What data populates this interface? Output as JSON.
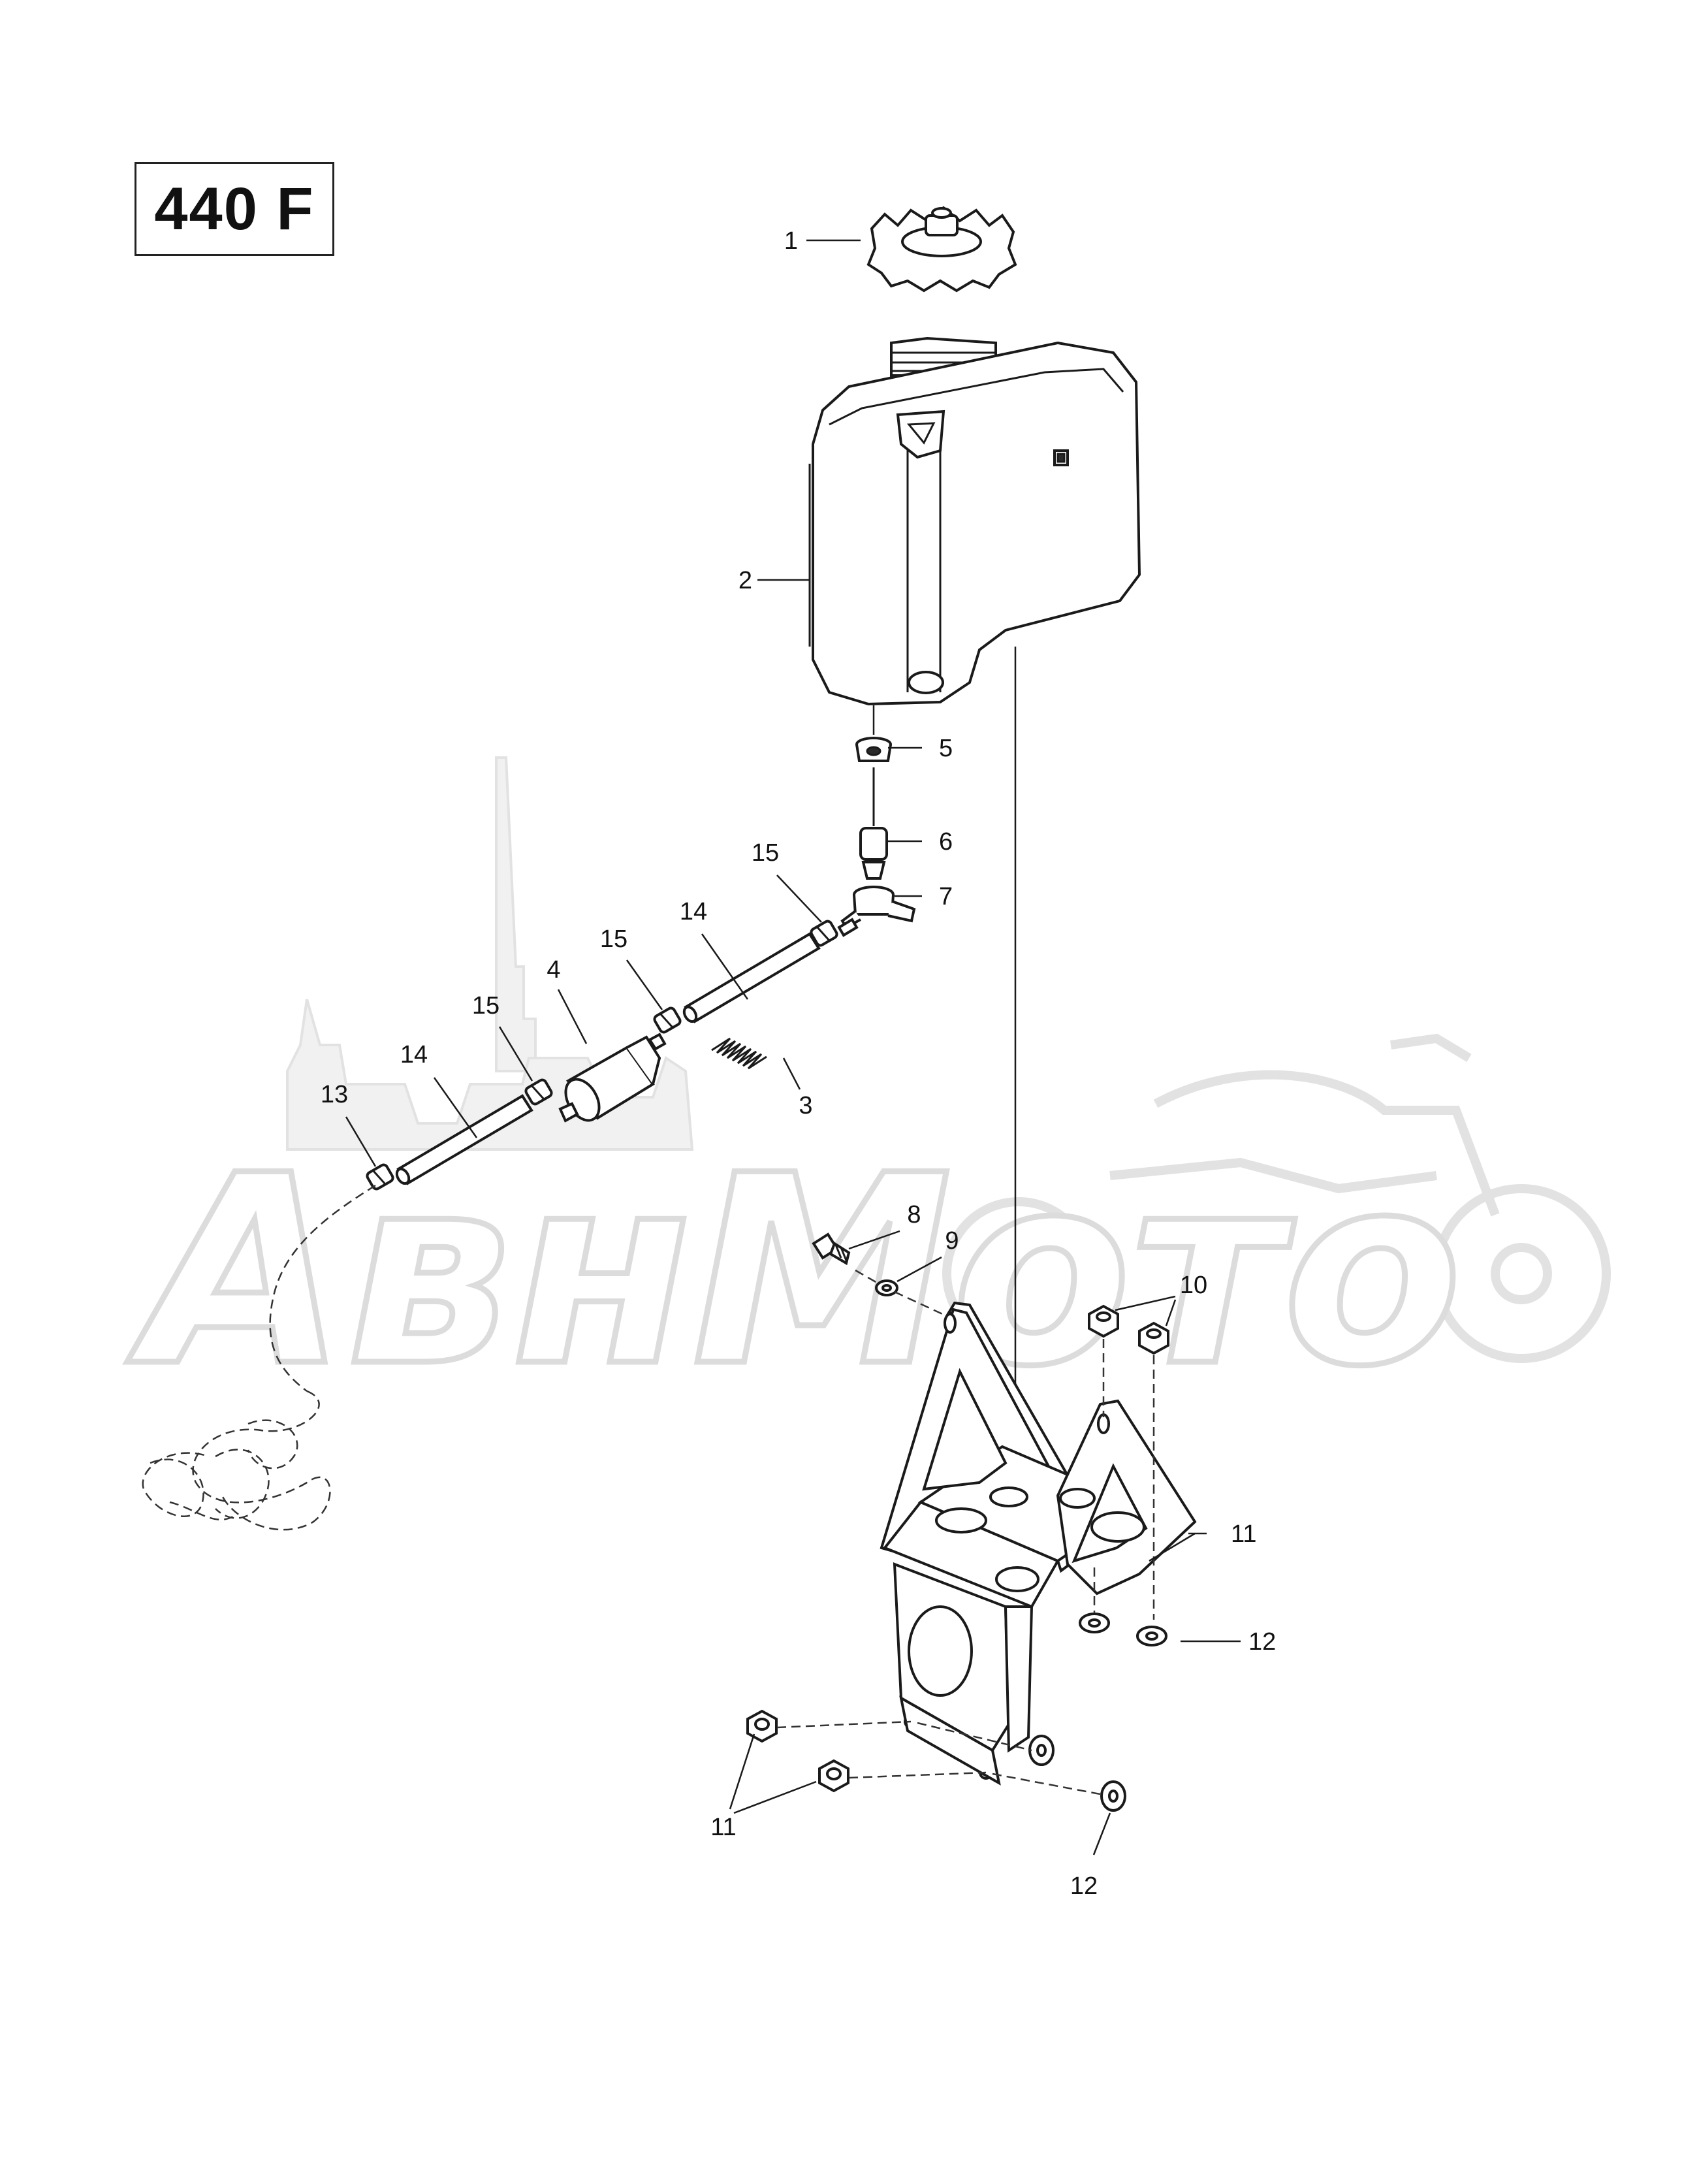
{
  "model_label": "440 F",
  "watermark": "АвнМото",
  "callouts": [
    "1",
    "2",
    "3",
    "4",
    "5",
    "6",
    "7",
    "8",
    "9",
    "10",
    "11",
    "11",
    "12",
    "12",
    "13",
    "14",
    "14",
    "15",
    "15",
    "15"
  ]
}
